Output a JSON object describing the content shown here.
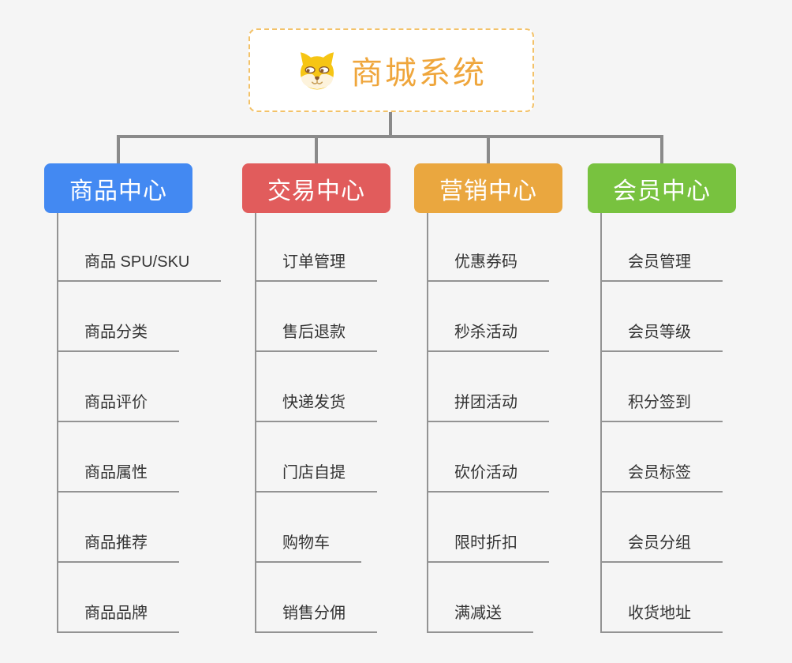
{
  "root": {
    "title": "商城系统",
    "icon": "dog-face-icon",
    "accent_color": "#EFA63C",
    "border_color": "#F3C269"
  },
  "branches": [
    {
      "label": "商品中心",
      "color": "#4389F2",
      "children": [
        "商品 SPU/SKU",
        "商品分类",
        "商品评价",
        "商品属性",
        "商品推荐",
        "商品品牌"
      ]
    },
    {
      "label": "交易中心",
      "color": "#E15C5C",
      "children": [
        "订单管理",
        "售后退款",
        "快递发货",
        "门店自提",
        "购物车",
        "销售分佣"
      ]
    },
    {
      "label": "营销中心",
      "color": "#EAA73F",
      "children": [
        "优惠券码",
        "秒杀活动",
        "拼团活动",
        "砍价活动",
        "限时折扣",
        "满减送"
      ]
    },
    {
      "label": "会员中心",
      "color": "#78C23F",
      "children": [
        "会员管理",
        "会员等级",
        "积分签到",
        "会员标签",
        "会员分组",
        "收货地址"
      ]
    }
  ],
  "colors": {
    "background": "#F5F5F5",
    "connector": "#8A8A8A",
    "leaf_line": "#939393",
    "leaf_text": "#333333"
  }
}
